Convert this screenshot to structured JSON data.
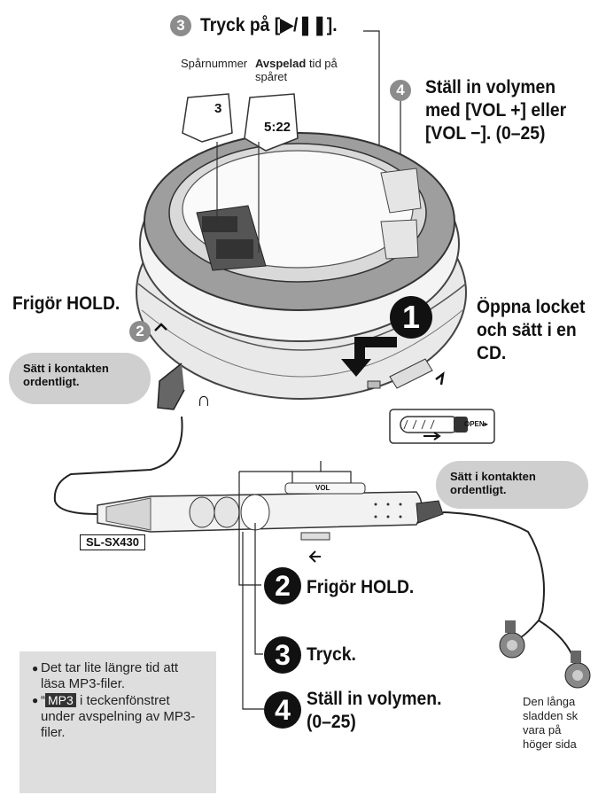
{
  "step3_top": {
    "number": "3",
    "text": "Tryck på [▶/❚❚]."
  },
  "track_label": "Spårnummer",
  "track_display": "3",
  "elapsed_label_bold": "Avspelad",
  "elapsed_label_rest": " tid på",
  "elapsed_label_line2": "spåret",
  "elapsed_display": "5:22",
  "step4_top": {
    "number": "4",
    "lines": [
      "Ställ in volymen",
      "med [VOL +] eller",
      "[VOL −]. (0–25)"
    ]
  },
  "release_hold_left": {
    "text": "Frigör HOLD.",
    "number": "2"
  },
  "callout_left": {
    "lines": [
      "Sätt i kontakten",
      "ordentligt."
    ]
  },
  "step1": {
    "number": "1",
    "lines": [
      "Öppna locket",
      "och sätt i en",
      "CD."
    ]
  },
  "open_switch_label": "OPEN▸",
  "callout_right": {
    "lines": [
      "Sätt i kontakten",
      "ordentligt."
    ]
  },
  "remote_model": "SL-SX430",
  "remote_vol_label": "VOL",
  "step2_remote": {
    "number": "2",
    "text": "Frigör HOLD."
  },
  "step3_remote": {
    "number": "3",
    "text": "Tryck."
  },
  "step4_remote": {
    "number": "4",
    "lines": [
      "Ställ in volymen.",
      "(0–25)"
    ]
  },
  "earphone_note": [
    "Den långa",
    "sladden sk",
    "vara på",
    "höger sida"
  ],
  "note": {
    "item1": "Det tar lite längre tid att läsa MP3-filer.",
    "item2_quote": "“",
    "item2_tag": "MP3",
    "item2_rest": " i teckenfönstret under avspelning av MP3-filer."
  },
  "headphone_icon": "headphone-icon"
}
